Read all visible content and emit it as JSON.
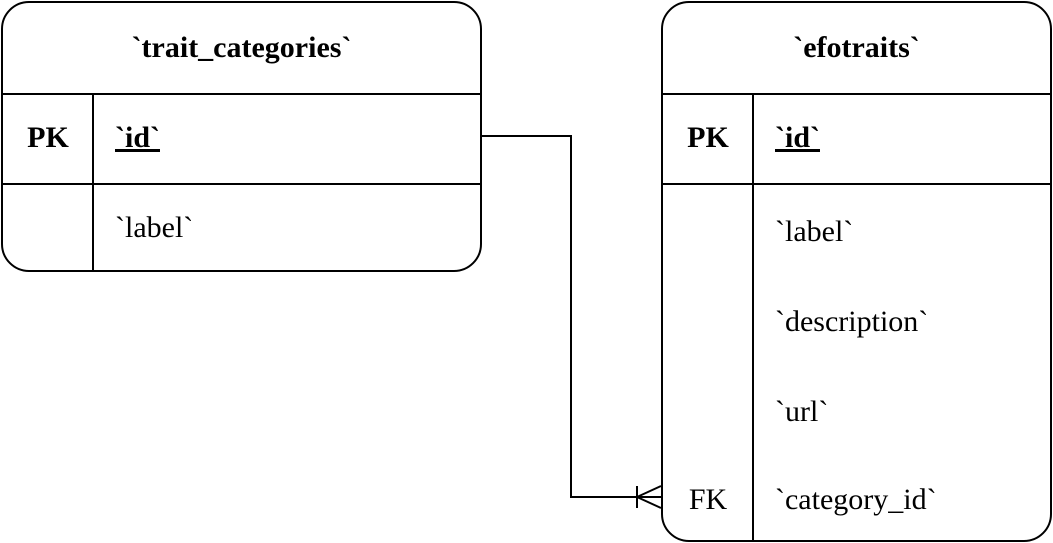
{
  "tables": {
    "trait_categories": {
      "title": "`trait_categories`",
      "pk_key": "PK",
      "pk_field": "`id`",
      "fields": [
        {
          "key": "",
          "name": "`label`"
        }
      ]
    },
    "efotraits": {
      "title": "`efotraits`",
      "pk_key": "PK",
      "pk_field": "`id`",
      "fields": [
        {
          "key": "",
          "name": "`label`"
        },
        {
          "key": "",
          "name": "`description`"
        },
        {
          "key": "",
          "name": "`url`"
        },
        {
          "key": "FK",
          "name": "`category_id`"
        }
      ]
    }
  },
  "relationship": {
    "from_table": "trait_categories",
    "from_field": "`id`",
    "to_table": "efotraits",
    "to_field": "`category_id`",
    "cardinality": "one-to-many"
  }
}
